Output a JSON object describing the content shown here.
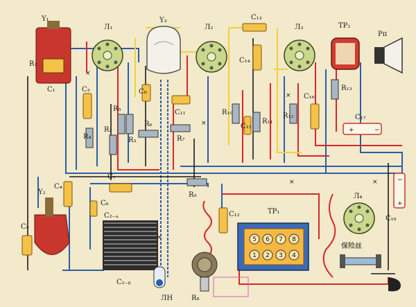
{
  "colors": {
    "paper": "#f3e9cb",
    "wire_blue": "#2a5fa8",
    "wire_red": "#d8262b",
    "wire_yellow": "#f0d23a",
    "wire_black": "#1b1b1b",
    "socket_green": "#c9d88a",
    "resistor_gray": "#a9b7c4",
    "cap_yellow": "#f4c247",
    "coil_red": "#c9362d",
    "terminal_board": "#3b6bb8"
  },
  "labels": {
    "Y1": "Y₁",
    "R1": "R₁",
    "C1": "C₁",
    "L1": "Л₁",
    "Y3": "Y₃",
    "L2": "Л₂",
    "C13": "C₁₃",
    "L3": "Л₃",
    "TP2": "TP₂",
    "Pn": "Pп",
    "C3": "C₃",
    "C8": "C₈",
    "C14": "C₁₄",
    "R13": "R₁₃",
    "R5": "R₅",
    "R2": "R₂",
    "R4": "R₄",
    "R3": "R₃",
    "R6": "R₆",
    "R7": "R₇",
    "C11": "C₁₁",
    "R10": "R₁₀",
    "C15": "C₁₅",
    "R11": "R₁₁",
    "R12": "R₁₂",
    "C16": "C₁₆",
    "C17": "C₁₇",
    "Y2": "Y₂",
    "C4": "C₄",
    "C7": "C₇",
    "R9": "R₉",
    "C6": "C₆",
    "C2a": "C₂₋ₐ",
    "C5": "C₅",
    "C12": "C₁₂",
    "TP1": "TP₁",
    "L4": "Л₄",
    "C18": "C₁₈",
    "C2b": "C₂₋ᵦ",
    "LN": "ЛН",
    "R8": "R₈",
    "fuse": "保险丝",
    "x": "×",
    "plus": "+",
    "minus": "−"
  },
  "terminal_board": {
    "top": [
      "5",
      "6",
      "7",
      "8"
    ],
    "bottom": [
      "1",
      "2",
      "3",
      "4"
    ]
  }
}
